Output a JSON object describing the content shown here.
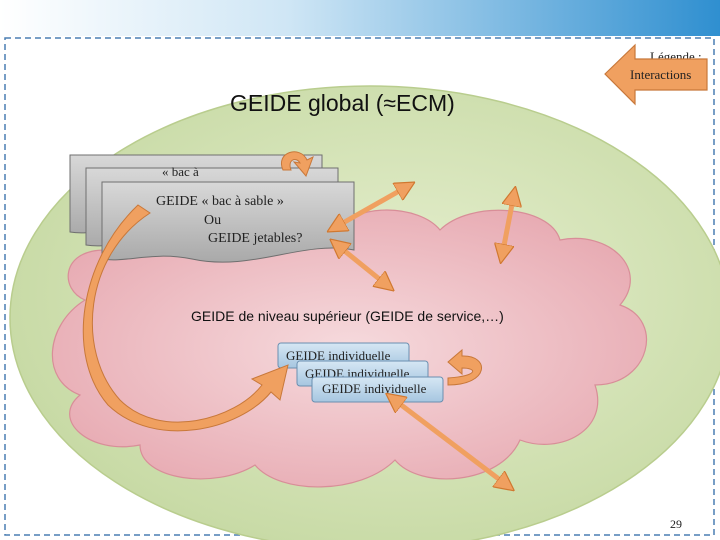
{
  "slide": {
    "title": "GEIDE global (≈ECM)",
    "middle_label": "GEIDE de niveau supérieur (GEIDE de service,…)",
    "page_number": "29"
  },
  "legend": {
    "title": "Légende :",
    "arrow_label": "Interactions"
  },
  "sandbox_stack": {
    "back_labels": [
      "« bac à",
      "GEIDE « bac à"
    ],
    "front_lines": [
      "GEIDE « bac à sable »",
      "Ou",
      "GEIDE jetables?"
    ]
  },
  "individual_stack": {
    "labels": [
      "GEIDE individuelle",
      "GEIDE individuelle",
      "GEIDE individuelle"
    ]
  },
  "colors": {
    "outer_ellipse": "#d4e3b4",
    "cloud": "#ecb9bf",
    "doc_card": "#bdbdbd",
    "ind_card": "#b9d3e8",
    "arrow": "#f0a060",
    "frame_border": "#4a7fb3"
  }
}
